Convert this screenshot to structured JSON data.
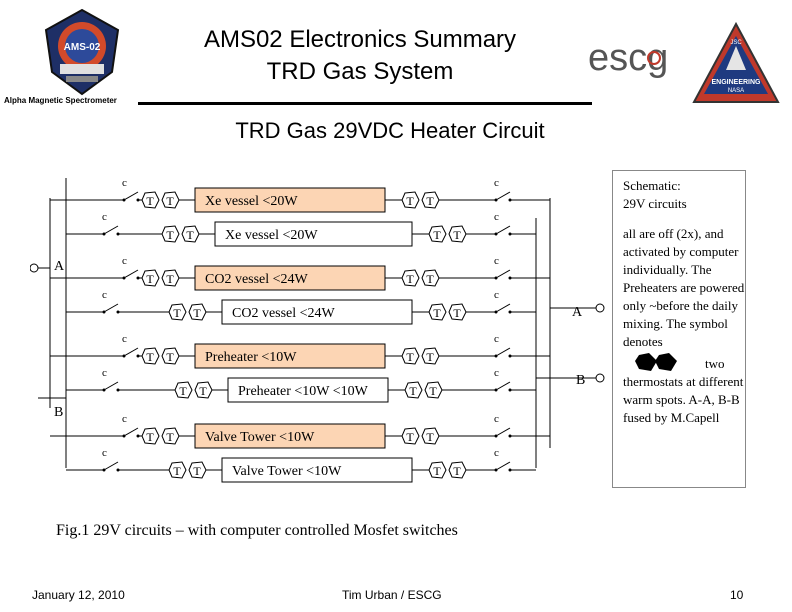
{
  "header": {
    "title_line1": "AMS02 Electronics Summary",
    "title_line2": "TRD Gas System",
    "ams_caption": "Alpha Magnetic Spectrometer",
    "ams_logo_text": "AMS-02",
    "escg_logo_text": "escg",
    "nasa_patch_top": "JSC",
    "nasa_patch_text": "ENGINEERING",
    "nasa_patch_bottom": "NASA"
  },
  "slide": {
    "subtitle": "TRD Gas 29VDC Heater Circuit",
    "figure_caption": "Fig.1     29V circuits – with computer controlled Mosfet switches"
  },
  "schematic": {
    "heaters": [
      {
        "label": "Xe vessel <20W",
        "highlighted": true
      },
      {
        "label": "Xe vessel <20W",
        "highlighted": false
      },
      {
        "label": "CO2 vessel <24W",
        "highlighted": true
      },
      {
        "label": "CO2 vessel <24W",
        "highlighted": false
      },
      {
        "label": "Preheater <10W",
        "highlighted": true
      },
      {
        "label": "Preheater <10W <10W",
        "highlighted": false
      },
      {
        "label": "Valve Tower <10W",
        "highlighted": true
      },
      {
        "label": "Valve Tower <10W",
        "highlighted": false
      }
    ],
    "thermostat_symbol": "T",
    "switch_label": "c",
    "terminal_a_left": "A",
    "terminal_a_right": "A",
    "terminal_b_left": "B",
    "terminal_b_right": "B",
    "highlight_color": "#fcd5b4"
  },
  "note": {
    "line1": "Schematic:",
    "line2": "29V circuits",
    "body": "all are off (2x), and activated by computer individually. The Preheaters are powered only ~before the daily mixing. The symbol denotes",
    "line_two": "two",
    "body2": "thermostats at different warm spots. A-A, B-B fused by M.Capell"
  },
  "footer": {
    "date": "January 12, 2010",
    "author": "Tim Urban / ESCG",
    "page": "10"
  }
}
